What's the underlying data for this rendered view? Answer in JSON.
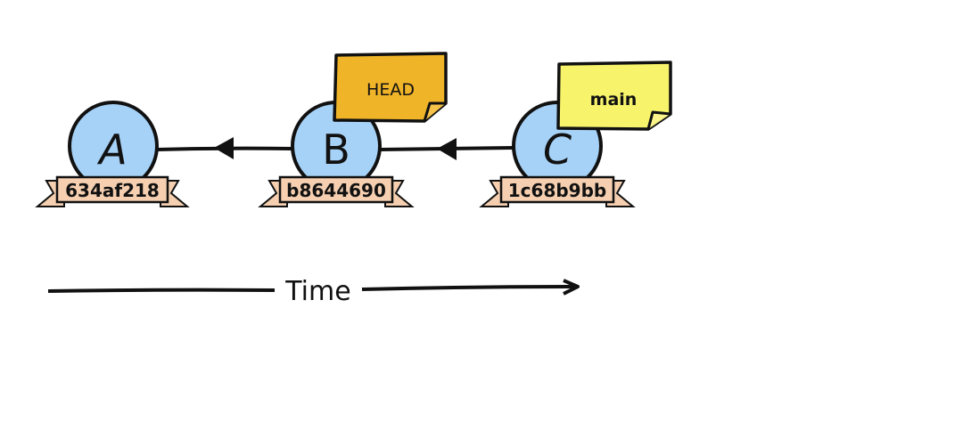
{
  "diagram": {
    "commits": [
      {
        "id": "A",
        "hash": "634af218"
      },
      {
        "id": "B",
        "hash": "b8644690"
      },
      {
        "id": "C",
        "hash": "1c68b9bb"
      }
    ],
    "refs": [
      {
        "name": "HEAD",
        "points_to": "B",
        "color": "#F0B429"
      },
      {
        "name": "main",
        "points_to": "C",
        "color": "#F7F36B"
      }
    ],
    "edges": [
      {
        "from": "B",
        "to": "A"
      },
      {
        "from": "C",
        "to": "B"
      }
    ],
    "timeline_label": "Time",
    "colors": {
      "commit_fill": "#A6D2F7",
      "ribbon_fill": "#F5CFB0",
      "stroke": "#111111"
    }
  }
}
